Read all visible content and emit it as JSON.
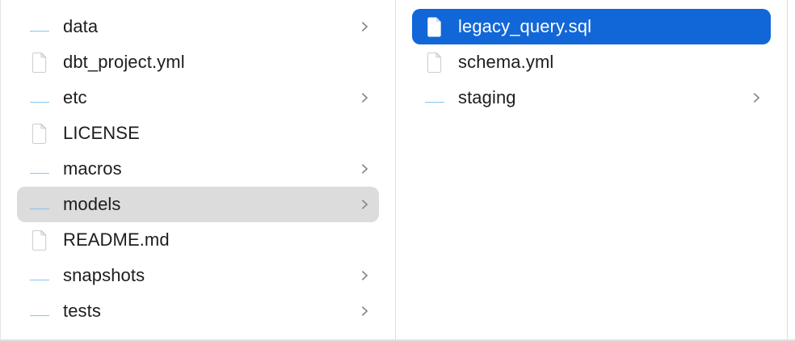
{
  "app": {
    "view": "finder-column-browser"
  },
  "colors": {
    "selection_primary_blue": "#1267d8",
    "selection_secondary_gray": "#dcdcdc",
    "text": "#1d1d1f",
    "text_selected": "#ffffff",
    "divider": "#dedede",
    "chevron_gray": "#868686",
    "folder_blue": "#5cadе8"
  },
  "columns": [
    {
      "name": "left",
      "items": [
        {
          "label": "data",
          "type": "folder",
          "icon": "folder-icon",
          "chevron": true,
          "selected": false
        },
        {
          "label": "dbt_project.yml",
          "type": "file",
          "icon": "file-icon",
          "chevron": false,
          "selected": false
        },
        {
          "label": "etc",
          "type": "folder",
          "icon": "folder-icon",
          "chevron": true,
          "selected": false
        },
        {
          "label": "LICENSE",
          "type": "file",
          "icon": "file-icon",
          "chevron": false,
          "selected": false
        },
        {
          "label": "macros",
          "type": "folder",
          "icon": "folder-icon",
          "chevron": true,
          "selected": false
        },
        {
          "label": "models",
          "type": "folder",
          "icon": "folder-icon",
          "chevron": true,
          "selected": "secondary"
        },
        {
          "label": "README.md",
          "type": "file",
          "icon": "file-icon",
          "chevron": false,
          "selected": false
        },
        {
          "label": "snapshots",
          "type": "folder",
          "icon": "folder-icon",
          "chevron": true,
          "selected": false
        },
        {
          "label": "tests",
          "type": "folder",
          "icon": "folder-icon",
          "chevron": true,
          "selected": false
        }
      ]
    },
    {
      "name": "right",
      "items": [
        {
          "label": "legacy_query.sql",
          "type": "file",
          "icon": "file-icon",
          "chevron": false,
          "selected": "primary"
        },
        {
          "label": "schema.yml",
          "type": "file",
          "icon": "file-icon",
          "chevron": false,
          "selected": false
        },
        {
          "label": "staging",
          "type": "folder",
          "icon": "folder-icon",
          "chevron": true,
          "selected": false
        }
      ]
    }
  ]
}
